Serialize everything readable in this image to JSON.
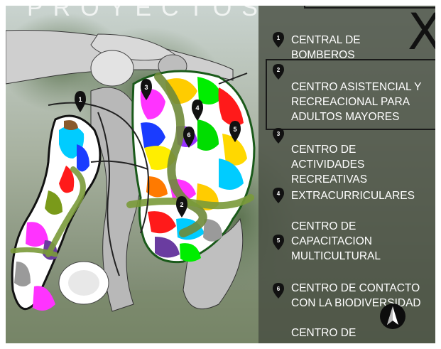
{
  "title_partial": "PROYECTOS",
  "close_symbol": "X",
  "legend": [
    {
      "num": "1",
      "label": "CENTRAL DE\nBOMBEROS"
    },
    {
      "num": "2",
      "label": "CENTRO ASISTENCIAL Y\nRECREACIONAL PARA\nADULTOS MAYORES"
    },
    {
      "num": "3",
      "label": "CENTRO DE\nACTIVIDADES\nRECREATIVAS"
    },
    {
      "num": "4",
      "label": "EXTRACURRICULARES"
    },
    {
      "num": "5",
      "label": "CENTRO DE\nCAPACITACION\nMULTICULTURAL"
    },
    {
      "num": "6",
      "label": "CENTRO DE CONTACTO\nCON LA BIODIVERSIDAD"
    },
    {
      "num": "",
      "label": "CENTRO DE\nINVESTIGACIONES"
    }
  ],
  "map_markers": [
    "1",
    "2",
    "3",
    "4",
    "5",
    "6"
  ],
  "colors": {
    "panel": "#484e42",
    "pin": "#111111",
    "text": "#ffffff"
  }
}
